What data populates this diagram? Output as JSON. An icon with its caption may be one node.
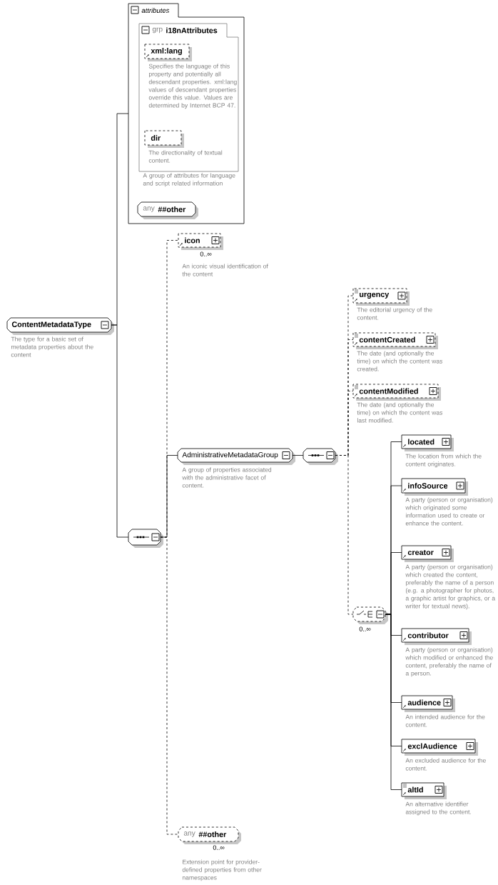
{
  "diagram": {
    "nodes": [
      {
        "text": [
          "attributes"
        ]
      },
      {
        "text": [
          "grp",
          "i18nAttributes"
        ],
        "in": 0,
        "beside": [
          "A group of attributes for language and script related information"
        ]
      },
      {
        "text": [
          "xml:lang"
        ],
        "in": 1,
        "beside": [
          "Specifies the language of this property and potentially all descendant properties. xml:lang values of descendant properties override this value. Values are determined by Internet BCP 47."
        ]
      },
      {
        "text": [
          "dir"
        ],
        "in": 1,
        "beside": [
          "The directionality of textual content."
        ]
      },
      {
        "text": [
          "any",
          "##other"
        ],
        "in": 0
      },
      {
        "text": [
          "ContentMetadataType"
        ],
        "beside": [
          "The type for a basic set of metadata properties about the content"
        ]
      },
      {
        "text": [],
        "shape": "octagon"
      },
      {
        "text": [
          "icon"
        ],
        "beside": [
          "0..∞",
          "An iconic visual identification of the content"
        ]
      },
      {
        "text": [
          "AdministrativeMetadataGroup"
        ],
        "beside": [
          "A group of properties associated with the administrative facet of content."
        ]
      },
      {
        "text": [],
        "shape": "octagon"
      },
      {
        "text": [
          "urgency"
        ],
        "beside": [
          "The editorial urgency of the content."
        ]
      },
      {
        "text": [
          "contentCreated"
        ],
        "beside": [
          "The date (and optionally the time) on which the content was created."
        ]
      },
      {
        "text": [
          "contentModified"
        ],
        "beside": [
          "The date (and optionally the time) on which the content was last modified."
        ]
      },
      {
        "text": [],
        "shape": "octagon",
        "beside": [
          "0..∞"
        ]
      },
      {
        "text": [
          "located"
        ],
        "beside": [
          "The location from which the content originates."
        ]
      },
      {
        "text": [
          "infoSource"
        ],
        "beside": [
          "A party (person or organisation) which originated some information used to create or enhance the content."
        ]
      },
      {
        "text": [
          "creator"
        ],
        "beside": [
          "A party (person or organisation) which created the content, preferably the name of a person (e.g. a photographer for photos, a graphic artist for graphics, or a writer for textual news)."
        ]
      },
      {
        "text": [
          "contributor"
        ],
        "beside": [
          "A party (person or organisation) which modified or enhanced the content, preferably the name of a person."
        ]
      },
      {
        "text": [
          "audience"
        ],
        "beside": [
          "An intended audience for the content."
        ]
      },
      {
        "text": [
          "exclAudience"
        ],
        "beside": [
          "An excluded audience for the content."
        ]
      },
      {
        "text": [
          "altId"
        ],
        "beside": [
          "An alternative identifier assigned to the content."
        ]
      },
      {
        "text": [
          "any",
          "##other"
        ],
        "beside": [
          "0..∞",
          "Extension point for provider-defined properties from other namespaces"
        ]
      }
    ],
    "edges": [
      {
        "from": 5,
        "to": 0,
        "arrow": "none"
      },
      {
        "from": 5,
        "to": 6,
        "arrow": "none"
      },
      {
        "from": 6,
        "to": 7,
        "arrow": "none",
        "style": "dashed"
      },
      {
        "from": 6,
        "to": 8,
        "arrow": "none"
      },
      {
        "from": 6,
        "to": 21,
        "arrow": "none",
        "style": "dashed"
      },
      {
        "from": 8,
        "to": 9,
        "arrow": "none"
      },
      {
        "from": 9,
        "to": 10,
        "arrow": "none",
        "style": "dashed"
      },
      {
        "from": 9,
        "to": 11,
        "arrow": "none",
        "style": "dashed"
      },
      {
        "from": 9,
        "to": 12,
        "arrow": "none",
        "style": "dashed"
      },
      {
        "from": 9,
        "to": 13,
        "arrow": "none",
        "style": "dashed"
      },
      {
        "from": 13,
        "to": 14,
        "arrow": "none"
      },
      {
        "from": 13,
        "to": 15,
        "arrow": "none"
      },
      {
        "from": 13,
        "to": 16,
        "arrow": "none"
      },
      {
        "from": 13,
        "to": 17,
        "arrow": "none"
      },
      {
        "from": 13,
        "to": 18,
        "arrow": "none"
      },
      {
        "from": 13,
        "to": 19,
        "arrow": "none"
      },
      {
        "from": 13,
        "to": 20,
        "arrow": "none"
      }
    ]
  }
}
